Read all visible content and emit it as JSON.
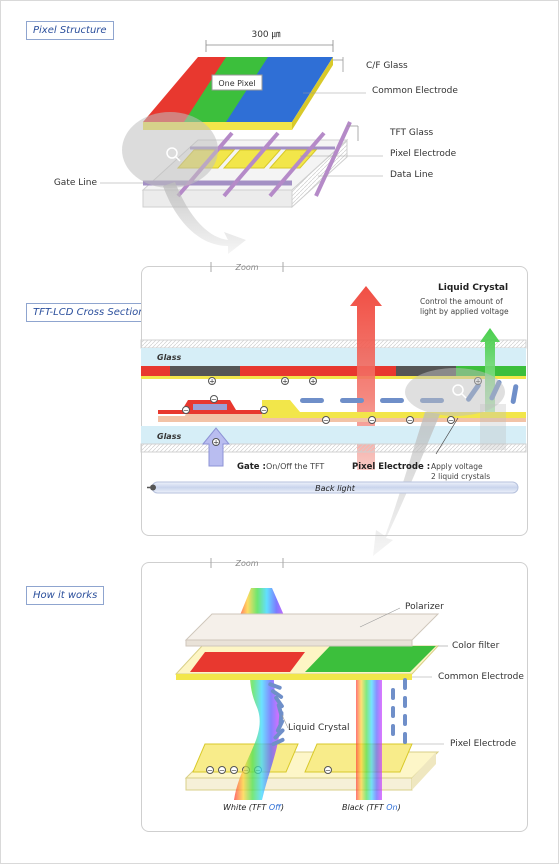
{
  "sections": {
    "pixel_structure": "Pixel Structure",
    "cross_section": "TFT-LCD Cross Section",
    "how_it_works": "How it works"
  },
  "pixel": {
    "dimension": "300 ㎛",
    "one_pixel": "One Pixel",
    "cf_glass": "C/F Glass",
    "common_electrode": "Common Electrode",
    "tft_glass": "TFT Glass",
    "pixel_electrode": "Pixel Electrode",
    "data_line": "Data Line",
    "gate_line": "Gate Line"
  },
  "zoom": "Zoom",
  "cross": {
    "liquid_crystal": "Liquid Crystal",
    "lc_desc_1": "Control the amount of",
    "lc_desc_2": "light by applied voltage",
    "glass_top": "Glass",
    "glass_bottom": "Glass",
    "gate": "Gate :",
    "gate_desc": "On/Off the TFT",
    "pixel_electrode": "Pixel Electrode :",
    "pe_desc_1": "Apply voltage",
    "pe_desc_2": "2 liquid crystals",
    "back_light": "Back light"
  },
  "how": {
    "polarizer": "Polarizer",
    "color_filter": "Color filter",
    "common_electrode": "Common Electrode",
    "liquid_crystal": "Liquid Crystal",
    "pixel_electrode": "Pixel Electrode",
    "white": "White (TFT ",
    "white_state": "Off",
    "black": "Black (TFT ",
    "black_state": "On",
    "close": ")"
  },
  "colors": {
    "red": "#e8382f",
    "green": "#3cbf3c",
    "blue": "#2f6fd6",
    "yellow": "#f2e64a",
    "label_blue": "#2b4f9c",
    "glass": "#d6eef7"
  }
}
